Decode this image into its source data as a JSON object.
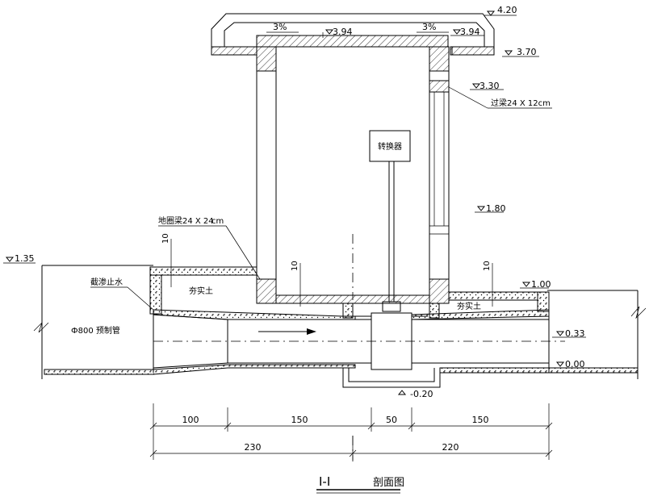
{
  "title": {
    "section": "I-I",
    "name": "剖面图"
  },
  "levels": {
    "top": "4.20",
    "roof_right": "3.94",
    "roof_left": "3.94",
    "eave": "3.70",
    "beam": "3.30",
    "mid": "1.80",
    "ground_left": "1.35",
    "floor": "1.00",
    "pipe_center": "0.33",
    "pipe_bottom": "0.00",
    "pit_bottom": "-0.20"
  },
  "slopes": {
    "left": "3%",
    "right": "3%"
  },
  "labels": {
    "lintel": "过梁24 X 12cm",
    "ground_beam": "地圈梁24 X 24",
    "ground_beam_unit": "cm",
    "converter": "转换器",
    "waterproof": "截渗止水",
    "soil_left": "夯实土",
    "soil_right": "夯实土",
    "pipe": "Ф800 预制管"
  },
  "thickness": {
    "left_wall": "10",
    "mid_left": "10",
    "mid_right": "10"
  },
  "dimensions": {
    "row1": [
      "100",
      "150",
      "50",
      "150"
    ],
    "row2": [
      "230",
      "220"
    ]
  }
}
